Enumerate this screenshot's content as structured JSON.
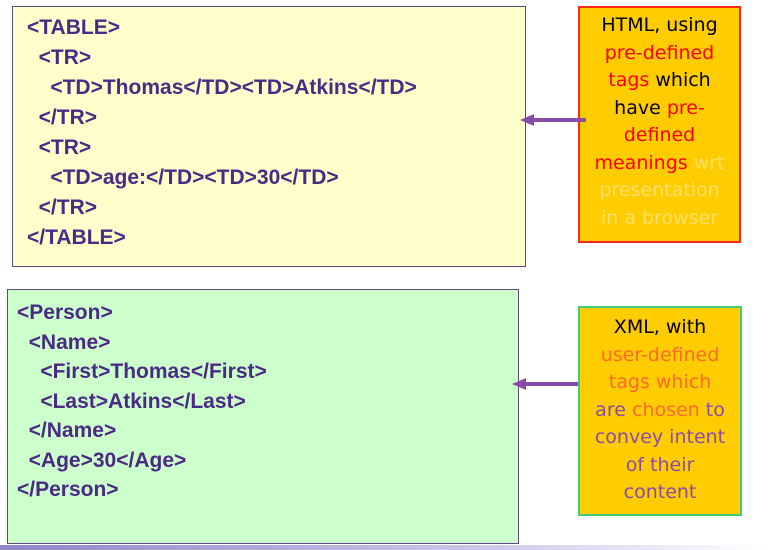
{
  "html_box": {
    "lines": [
      "<TABLE>",
      "  <TR>",
      "    <TD>Thomas</TD><TD>Atkins</TD>",
      "  </TR>",
      "  <TR>",
      "    <TD>age:</TD><TD>30</TD>",
      "  </TR>",
      "</TABLE>"
    ]
  },
  "xml_box": {
    "lines": [
      "<Person>",
      "  <Name>",
      "    <First>Thomas</First>",
      "    <Last>Atkins</Last>",
      "  </Name>",
      "  <Age>30</Age>",
      "</Person>"
    ]
  },
  "html_note": {
    "lines": [
      [
        {
          "text": "HTML, using",
          "color": "#000000"
        }
      ],
      [
        {
          "text": "pre-defined",
          "color": "#ff0000"
        }
      ],
      [
        {
          "text": "tags",
          "color": "#ff0000"
        },
        {
          "text": " which",
          "color": "#000000"
        }
      ],
      [
        {
          "text": "have ",
          "color": "#000000"
        },
        {
          "text": "pre-",
          "color": "#ff0000"
        }
      ],
      [
        {
          "text": "defined",
          "color": "#ff0000"
        }
      ],
      [
        {
          "text": "meanings",
          "color": "#ff0000"
        },
        {
          "text": " wrt",
          "color": "#ffe066"
        }
      ],
      [
        {
          "text": "presentation",
          "color": "#ffe066"
        }
      ],
      [
        {
          "text": "in a browser",
          "color": "#ffe066"
        }
      ]
    ],
    "background": "#ffcc00",
    "border_color": "#ff2a1a"
  },
  "xml_note": {
    "lines": [
      [
        {
          "text": "XML, with",
          "color": "#000000"
        }
      ],
      [
        {
          "text": "user-defined",
          "color": "#ff6a2a"
        }
      ],
      [
        {
          "text": "tags which",
          "color": "#ff6a2a"
        }
      ],
      [
        {
          "text": "are ",
          "color": "#8a4ca8"
        },
        {
          "text": "chosen",
          "color": "#ff6a2a"
        },
        {
          "text": " to",
          "color": "#8a4ca8"
        }
      ],
      [
        {
          "text": "convey intent",
          "color": "#8a4ca8"
        }
      ],
      [
        {
          "text": "of their",
          "color": "#8a4ca8"
        }
      ],
      [
        {
          "text": "content",
          "color": "#8a4ca8"
        }
      ]
    ],
    "background": "#ffcc00",
    "border_color": "#44cc77"
  },
  "colors": {
    "code_text": "#4a2a84",
    "html_box_bg": "#ffffcc",
    "xml_box_bg": "#ccffcc",
    "arrow": "#8a4ca8"
  }
}
